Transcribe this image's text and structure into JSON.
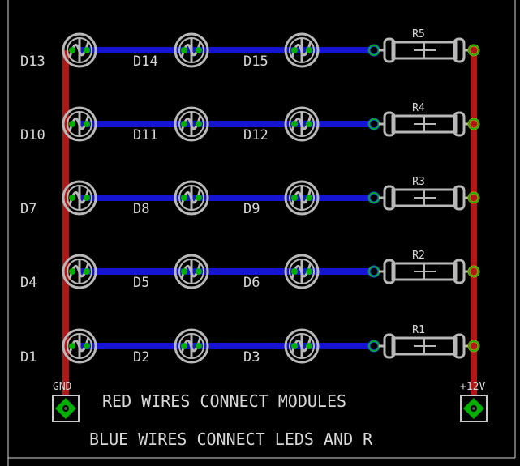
{
  "diagram": {
    "colors": {
      "background": "#000000",
      "board_outline": "#d8d8d8",
      "red_trace": "#b01818",
      "blue_trace": "#1414d2",
      "component_outline": "#b8b8b8",
      "pad_green": "#00b000",
      "pad_blue": "#2060ff",
      "text": "#d8d8d8"
    },
    "rows": [
      {
        "leds": [
          "D13",
          "D14",
          "D15"
        ],
        "resistor": "R5"
      },
      {
        "leds": [
          "D10",
          "D11",
          "D12"
        ],
        "resistor": "R4"
      },
      {
        "leds": [
          "D7",
          "D8",
          "D9"
        ],
        "resistor": "R3"
      },
      {
        "leds": [
          "D4",
          "D5",
          "D6"
        ],
        "resistor": "R2"
      },
      {
        "leds": [
          "D1",
          "D2",
          "D3"
        ],
        "resistor": "R1"
      }
    ],
    "gnd_label": "GND",
    "vcc_label": "+12V",
    "note_line1": "RED WIRES CONNECT  MODULES",
    "note_line2": "BLUE WIRES CONNECT LEDS AND R"
  }
}
